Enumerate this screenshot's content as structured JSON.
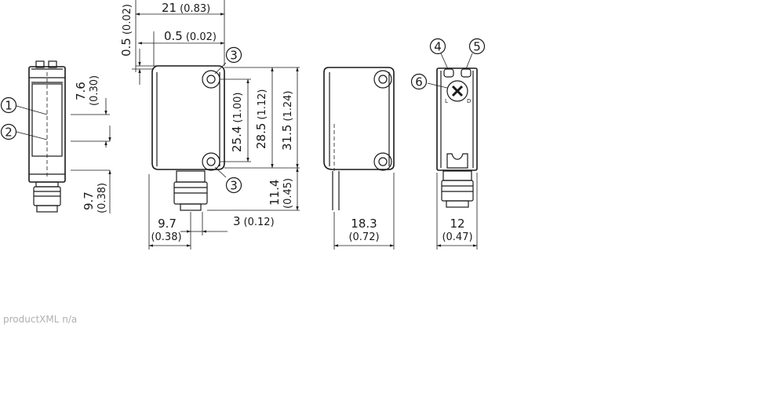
{
  "callouts": [
    "1",
    "2",
    "3",
    "3",
    "4",
    "5",
    "6"
  ],
  "dims": {
    "width_top": "21",
    "width_top_in": "(0.83)",
    "offset_a": "0.5",
    "offset_a_in": "(0.02)",
    "offset_b": "0.5",
    "offset_b_in": "(0.02)",
    "side_top": "7.6",
    "side_top_in": "(0.30)",
    "side_bottom": "9.7",
    "side_bottom_in": "(0.38)",
    "hole_spacing": "25.4",
    "hole_spacing_in": "(1.00)",
    "body_inner": "28.5",
    "body_inner_in": "(1.12)",
    "body_height": "31.5",
    "body_height_in": "(1.24)",
    "connector_height": "11.4",
    "connector_height_in": "(0.45)",
    "conn_offset": "9.7",
    "conn_offset_in": "(0.38)",
    "conn_gap": "3",
    "conn_gap_in": "(0.12)",
    "depth": "18.3",
    "depth_in": "(0.72)",
    "front_width": "12",
    "front_width_in": "(0.47)"
  },
  "switch_labels": {
    "left": "L",
    "right": "D"
  },
  "footer": "productXML n/a"
}
